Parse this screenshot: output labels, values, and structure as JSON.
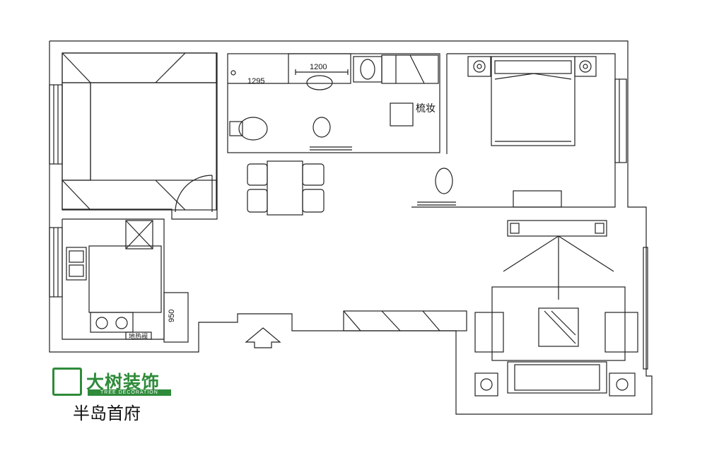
{
  "brand": {
    "name": "大树装饰",
    "tagline": "TREE DECORATION",
    "color": "#2e8b3a"
  },
  "project_name": "半岛首府",
  "plan": {
    "dimensions": {
      "vanity_length": "1295",
      "basin_width": "1200",
      "corridor_width": "950"
    },
    "room_labels": {
      "dressing": "梳妆"
    },
    "fixture_labels": {
      "floor_heating_valve": "地热阀"
    }
  }
}
